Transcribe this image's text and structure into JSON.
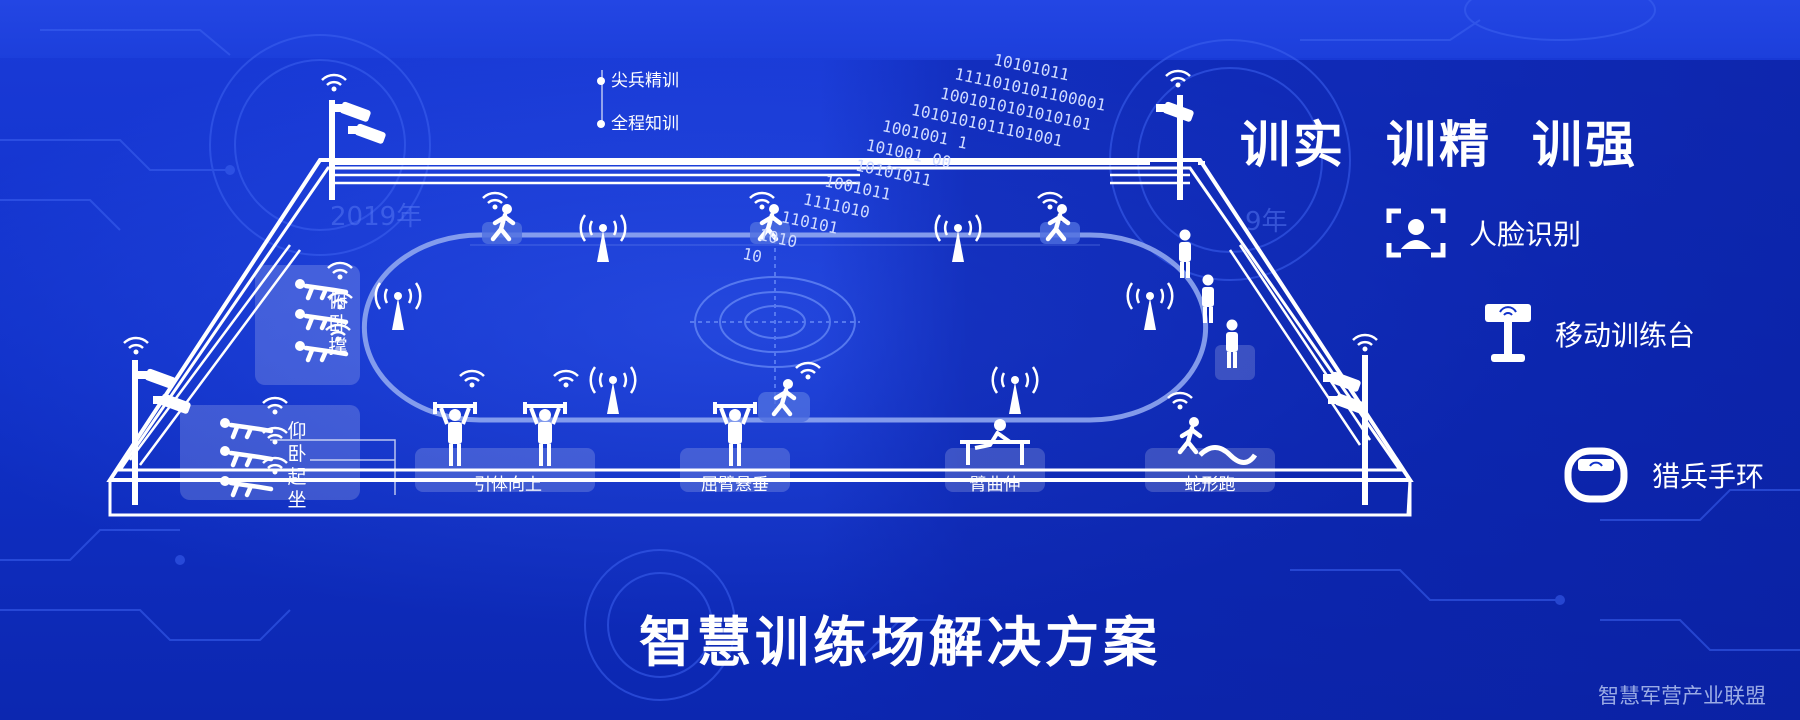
{
  "header": {
    "bullets": [
      "尖兵精训",
      "全程知训"
    ]
  },
  "slogan": [
    "训实",
    "训精",
    "训强"
  ],
  "legend": [
    {
      "icon": "face-recognition-icon",
      "label": "人脸识别"
    },
    {
      "icon": "mobile-training-stand-icon",
      "label": "移动训练台"
    },
    {
      "icon": "wristband-icon",
      "label": "猎兵手环"
    }
  ],
  "stations": {
    "pushup": "俯卧撑",
    "situp": "仰卧起坐",
    "pullup": "引体向上",
    "hang": "屈臂悬垂",
    "dip": "臂曲伸",
    "serpentine": "蛇形跑"
  },
  "binary_stream": [
    "10101011",
    "1111010101100001",
    "1001010101010101",
    "1010101011101001",
    "1001001  1",
    "101001 00",
    "10101011",
    "1001011",
    "1111010",
    "110101",
    "1010",
    "10"
  ],
  "background_text": {
    "year_left": "2019年",
    "year_right": "9年"
  },
  "title": "智慧训练场解决方案",
  "watermark": "智慧军营产业联盟",
  "colors": {
    "background": "#1031c9",
    "accent": "#ffffff",
    "track": "#8fa6f0"
  }
}
